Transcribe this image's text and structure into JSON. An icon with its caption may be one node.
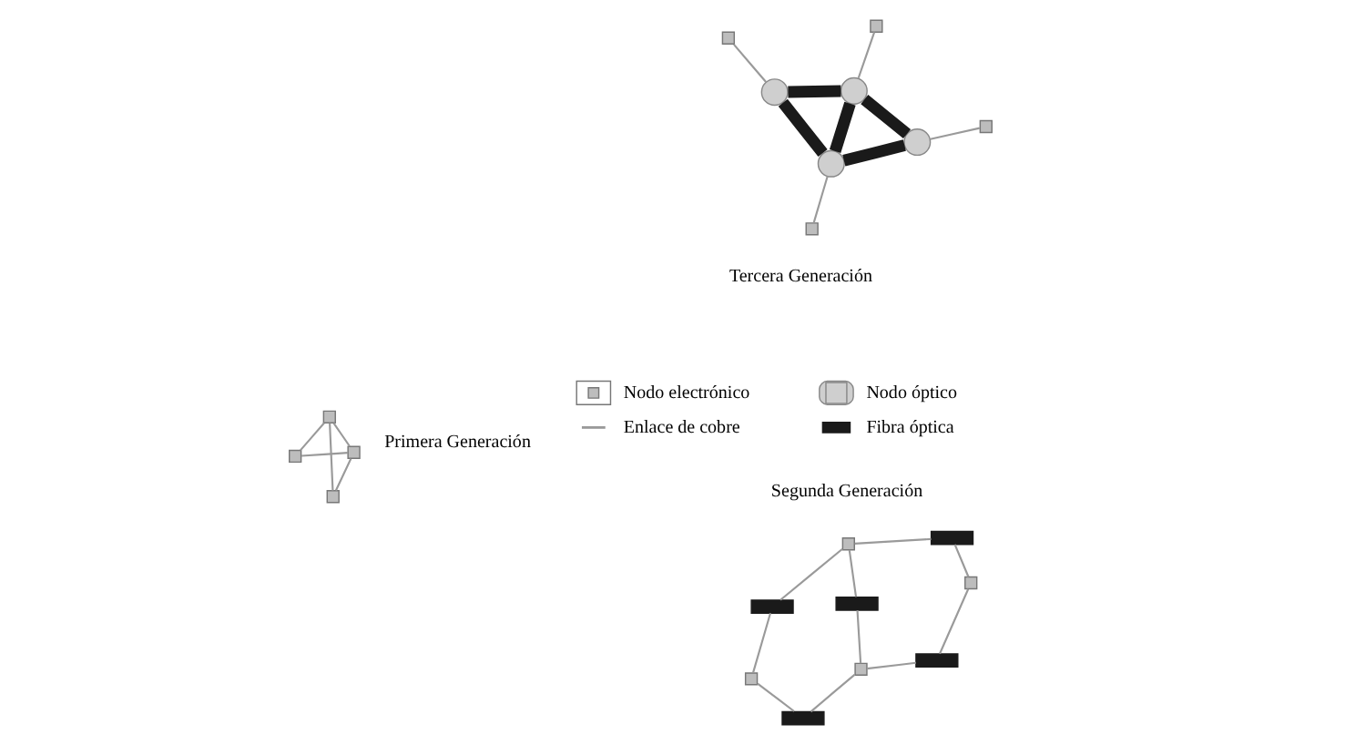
{
  "diagram": {
    "nodes": [
      {
        "text": [],
        "shape": "box"
      },
      {
        "text": [],
        "shape": "box"
      },
      {
        "text": [],
        "shape": "box"
      },
      {
        "text": [],
        "shape": "box"
      },
      {
        "text": [],
        "shape": "box"
      },
      {
        "text": [],
        "shape": "box"
      },
      {
        "text": [],
        "shape": "box"
      },
      {
        "text": [],
        "shape": "box"
      },
      {
        "text": [],
        "shape": "bar"
      },
      {
        "text": [],
        "shape": "bar"
      },
      {
        "text": [],
        "shape": "bar"
      },
      {
        "text": [],
        "shape": "bar"
      },
      {
        "text": [],
        "shape": "bar"
      },
      {
        "text": [],
        "shape": "box"
      },
      {
        "text": [],
        "shape": "circle"
      },
      {
        "text": [],
        "shape": "box"
      },
      {
        "text": [],
        "shape": "circle"
      },
      {
        "text": [],
        "shape": "circle"
      },
      {
        "text": [],
        "shape": "box"
      },
      {
        "text": [],
        "shape": "circle"
      },
      {
        "text": [],
        "shape": "box"
      }
    ],
    "edges": [
      {
        "from": 0,
        "to": 1,
        "arrow": "none"
      },
      {
        "from": 0,
        "to": 2,
        "arrow": "none"
      },
      {
        "from": 0,
        "to": 3,
        "arrow": "none"
      },
      {
        "from": 1,
        "to": 3,
        "arrow": "none"
      },
      {
        "from": 2,
        "to": 3,
        "arrow": "none"
      },
      {
        "from": 4,
        "to": 8,
        "arrow": "none"
      },
      {
        "from": 8,
        "to": 5,
        "arrow": "none"
      },
      {
        "from": 4,
        "to": 9,
        "arrow": "none"
      },
      {
        "from": 9,
        "to": 6,
        "arrow": "none"
      },
      {
        "from": 4,
        "to": 10,
        "arrow": "none"
      },
      {
        "from": 10,
        "to": 7,
        "arrow": "none"
      },
      {
        "from": 5,
        "to": 11,
        "arrow": "none"
      },
      {
        "from": 11,
        "to": 7,
        "arrow": "none"
      },
      {
        "from": 6,
        "to": 12,
        "arrow": "none"
      },
      {
        "from": 12,
        "to": 7,
        "arrow": "none"
      },
      {
        "from": 13,
        "to": 14,
        "arrow": "none"
      },
      {
        "from": 15,
        "to": 16,
        "arrow": "none"
      },
      {
        "from": 17,
        "to": 18,
        "arrow": "none"
      },
      {
        "from": 19,
        "to": 20,
        "arrow": "none"
      },
      {
        "from": 14,
        "to": 16,
        "arrow": "none",
        "style": "thick",
        "color": "#1a1a1a"
      },
      {
        "from": 14,
        "to": 17,
        "arrow": "none",
        "style": "thick",
        "color": "#1a1a1a"
      },
      {
        "from": 14,
        "to": 19,
        "arrow": "none",
        "style": "thick",
        "color": "#1a1a1a"
      },
      {
        "from": 16,
        "to": 19,
        "arrow": "none",
        "style": "thick",
        "color": "#1a1a1a"
      },
      {
        "from": 17,
        "to": 19,
        "arrow": "none",
        "style": "thick",
        "color": "#1a1a1a"
      }
    ],
    "labels": [
      "Primera Generación",
      "Segunda Generación",
      "Tercera Generación"
    ],
    "legend": [
      {
        "text": "Nodo electrónico"
      },
      {
        "text": "Nodo óptico"
      },
      {
        "text": "Enlace de cobre"
      },
      {
        "text": "Fibra óptica",
        "color": "#1a1a1a"
      }
    ]
  }
}
